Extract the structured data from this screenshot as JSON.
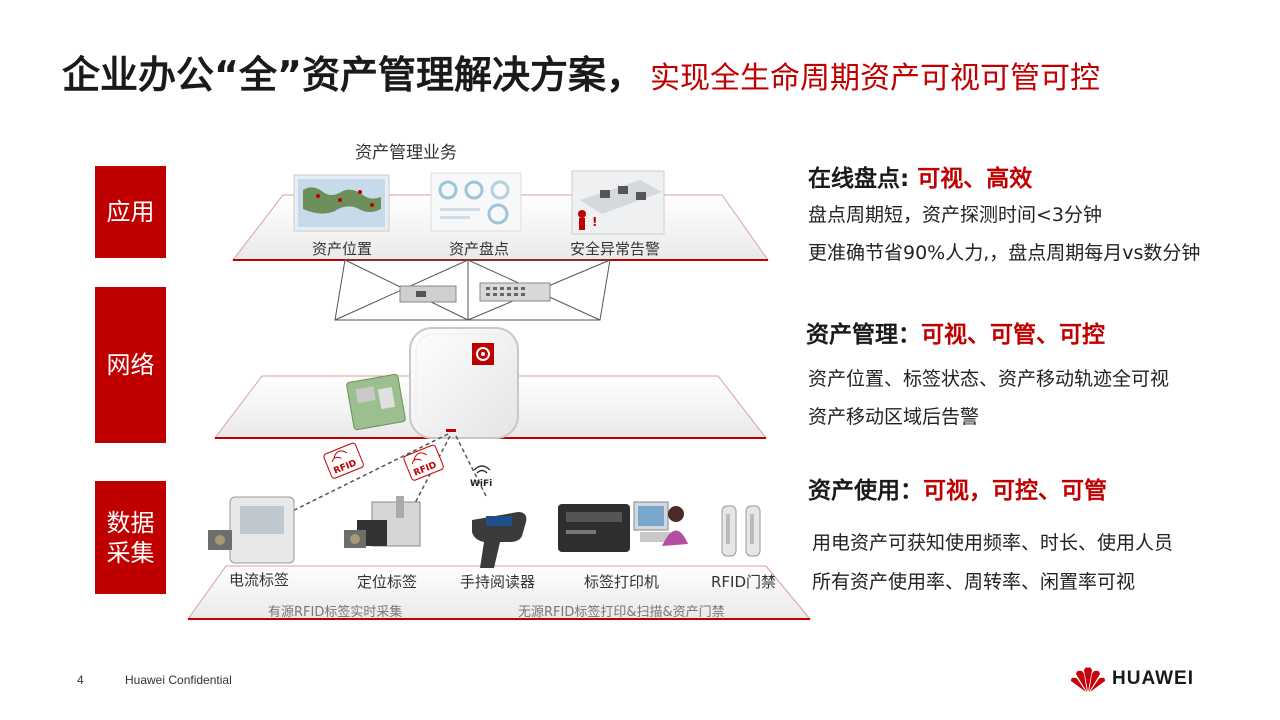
{
  "title": {
    "main": "企业办公“全”资产管理解决方案，",
    "sub": "实现全生命周期资产可视可管可控"
  },
  "layers": {
    "app": "应用",
    "network": "网络",
    "collect": "数据\n采集"
  },
  "diagram": {
    "business_label": "资产管理业务",
    "apps": [
      "资产位置",
      "资产盘点",
      "安全异常告警"
    ],
    "rfid_tag": "RFID",
    "wifi_tag": "WiFi",
    "devices": [
      "电流标签",
      "定位标签",
      "手持阅读器",
      "标签打印机",
      "RFID门禁"
    ],
    "notes": [
      "有源RFID标签实时采集",
      "无源RFID标签打印&扫描&资产门禁"
    ]
  },
  "sections": [
    {
      "head": "在线盘点:",
      "highlight": "可视、高效",
      "lines": [
        "盘点周期短，资产探测时间<3分钟",
        "更准确节省90%人力,，盘点周期每月vs数分钟"
      ]
    },
    {
      "head": "资产管理：",
      "highlight": "可视、可管、可控",
      "lines": [
        "资产位置、标签状态、资产移动轨迹全可视",
        "资产移动区域后告警"
      ]
    },
    {
      "head": "资产使用：",
      "highlight": "可视，可控、可管",
      "lines": [
        "用电资产可获知使用频率、时长、使用人员",
        "所有资产使用率、周转率、闲置率可视"
      ]
    }
  ],
  "footer": {
    "page": "4",
    "confidential": "Huawei Confidential",
    "brand": "HUAWEI"
  },
  "colors": {
    "accent": "#c00000",
    "text": "#1a1a1a"
  }
}
